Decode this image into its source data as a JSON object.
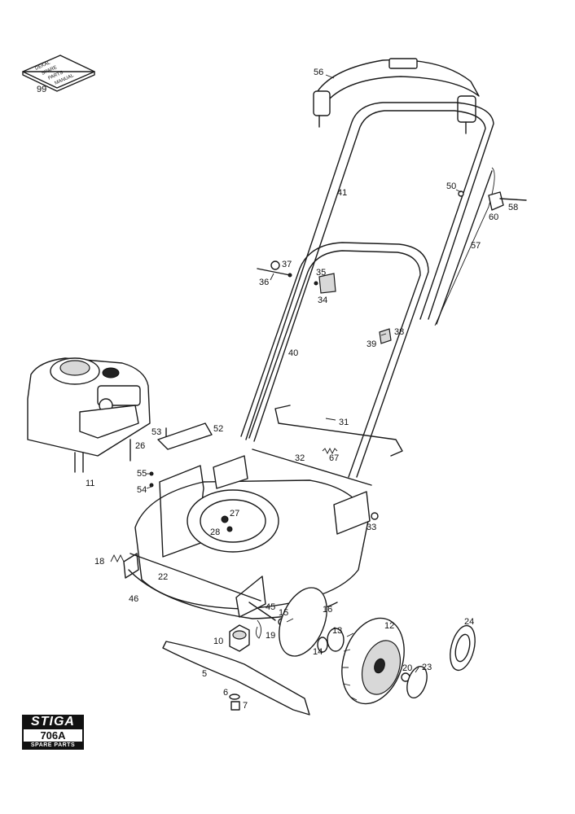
{
  "diagram": {
    "labels": [
      "99",
      "56",
      "41",
      "50",
      "58",
      "60",
      "57",
      "37",
      "36",
      "35",
      "34",
      "38",
      "39",
      "40",
      "31",
      "53",
      "52",
      "26",
      "32",
      "67",
      "55",
      "54",
      "11",
      "27",
      "28",
      "33",
      "18",
      "22",
      "46",
      "45",
      "15",
      "16",
      "12",
      "13",
      "24",
      "10",
      "19",
      "14",
      "20",
      "23",
      "5",
      "6",
      "7"
    ]
  },
  "logo": {
    "brand": "STIGA",
    "model": "706A",
    "subtitle": "SPARE PARTS"
  },
  "manual": {
    "cover_text": [
      "DEKAL",
      "SPARE",
      "PARTS",
      "MANUAL"
    ]
  }
}
